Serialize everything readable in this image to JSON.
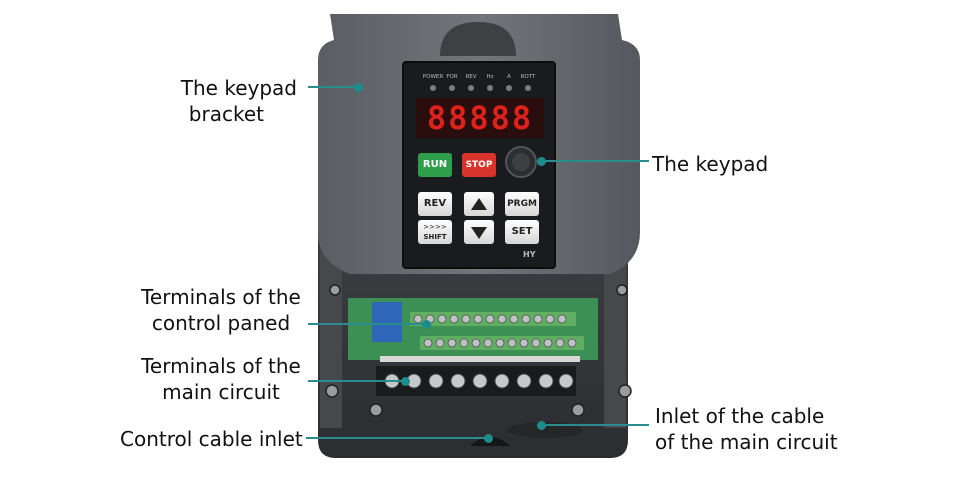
{
  "diagram": {
    "labels": {
      "keypad_bracket": [
        "The keypad",
        "bracket"
      ],
      "keypad": "The keypad",
      "control_terminals": [
        "Terminals of the",
        "control paned"
      ],
      "main_terminals": [
        "Terminals of the",
        "main circuit"
      ],
      "control_cable_inlet": "Control cable inlet",
      "main_cable_inlet": [
        "Inlet of the cable",
        "of the main circuit"
      ]
    },
    "keypad": {
      "indicators": [
        "POWER",
        "FOR",
        "REV",
        "Hz",
        "A",
        "ROTT"
      ],
      "display": "88888",
      "buttons": {
        "run": "RUN",
        "stop": "STOP",
        "rev": "REV",
        "prgm": "PRGM",
        "shift_arrows": ">>>>",
        "shift": "SHIFT",
        "set": "SET"
      },
      "brand": "HY"
    },
    "colors": {
      "accent": "#1d8c8c",
      "run": "#2f9e4a",
      "stop": "#d8342c",
      "display": "#e0201c"
    }
  }
}
